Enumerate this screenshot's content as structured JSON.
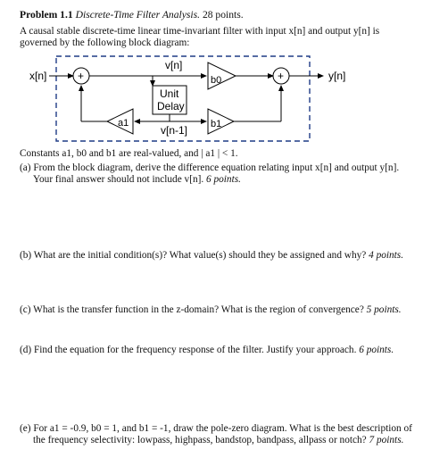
{
  "problem": {
    "number": "Problem 1.1",
    "title": "Discrete-Time Filter Analysis.",
    "points": "28 points."
  },
  "intro": "A causal stable discrete-time linear time-invariant filter with input x[n] and output y[n] is governed by the following block diagram:",
  "diagram": {
    "input_label": "x[n]",
    "output_label": "y[n]",
    "adder_left": "+",
    "adder_right": "+",
    "node_top_label": "v[n]",
    "node_bottom_label": "v[n-1]",
    "delay_line1": "Unit",
    "delay_line2": "Delay",
    "gain_b0": "b0",
    "gain_b1": "b1",
    "gain_a1": "a1",
    "line_color": "#000000",
    "dash_color": "#1f3b86"
  },
  "constants": "Constants a1, b0 and b1 are real-valued, and | a1 | < 1.",
  "questions": {
    "a_line1": "(a) From the block diagram, derive the difference equation relating input x[n] and output y[n].",
    "a_line2": "Your final answer should not include v[n].",
    "a_points": "6 points.",
    "b_text": "(b) What are the initial condition(s)? What value(s) should they be assigned and why?",
    "b_points": "4 points.",
    "c_text": "(c) What is the transfer function in the z-domain? What is the region of convergence?",
    "c_points": "5 points.",
    "d_text": "(d) Find the equation for the frequency response of the filter. Justify your approach.",
    "d_points": "6 points.",
    "e_line1": "(e) For a1 = -0.9, b0 = 1, and b1 = -1, draw the pole-zero diagram. What is the best description of",
    "e_line2": "the frequency selectivity: lowpass, highpass, bandstop, bandpass, allpass or notch?",
    "e_points": "7 points."
  }
}
